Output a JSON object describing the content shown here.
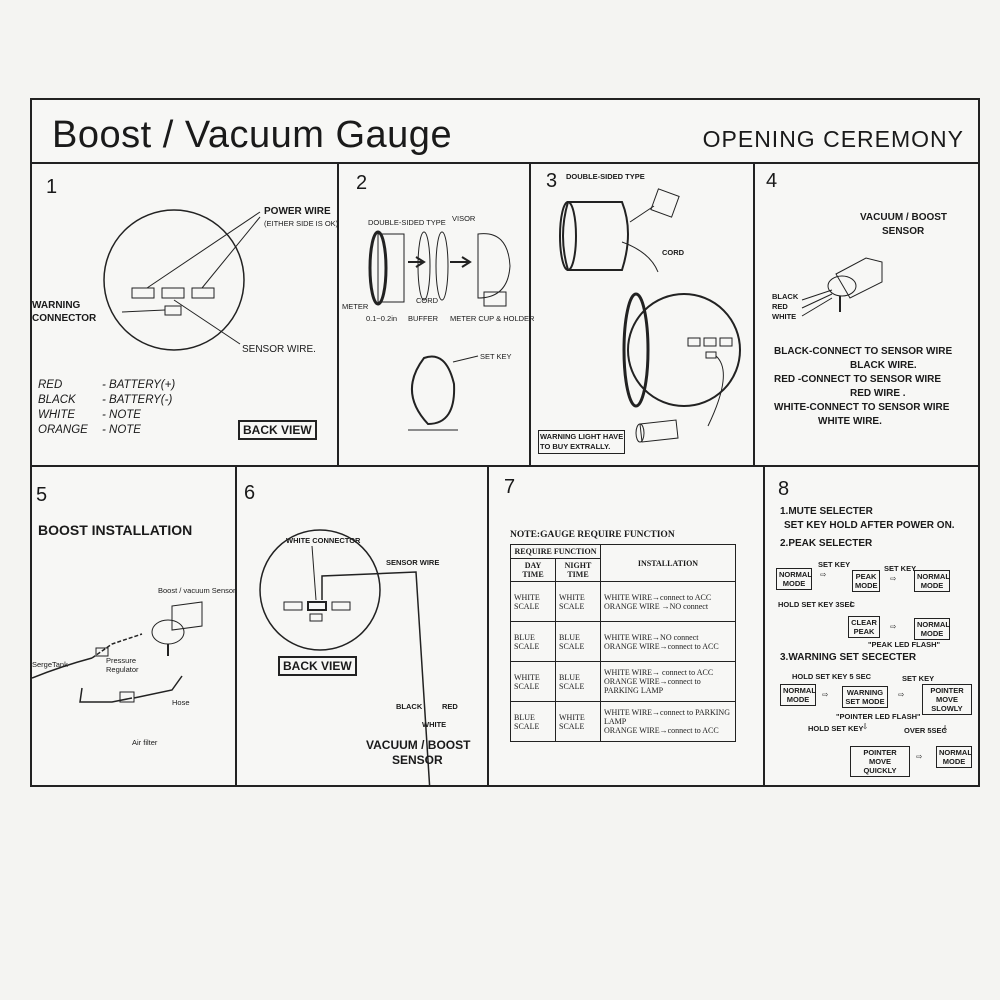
{
  "header": {
    "title": "Boost / Vacuum Gauge",
    "subtitle": "OPENING CEREMONY"
  },
  "panel1": {
    "number": "1",
    "power_wire": "POWER WIRE",
    "power_wire_note": "(EITHER SIDE IS OK)",
    "warning_connector_1": "WARNING",
    "warning_connector_2": "CONNECTOR",
    "sensor_wire": "SENSOR WIRE.",
    "legend": [
      {
        "color": "RED",
        "desc": "- BATTERY(+)"
      },
      {
        "color": "BLACK",
        "desc": "- BATTERY(-)"
      },
      {
        "color": "WHITE",
        "desc": "- NOTE"
      },
      {
        "color": "ORANGE",
        "desc": "- NOTE"
      }
    ],
    "back_view": "BACK VIEW"
  },
  "panel2": {
    "number": "2",
    "double_sided": "DOUBLE-SIDED TYPE",
    "visor": "VISOR",
    "meter": "METER",
    "cord": "CORD",
    "thickness": "0.1~0.2in",
    "buffer": "BUFFER",
    "cup_holder": "METER CUP & HOLDER",
    "set_key": "SET KEY"
  },
  "panel3": {
    "number": "3",
    "double_sided": "DOUBLE-SIDED TYPE",
    "cord": "CORD",
    "warning_light_1": "WARNING LIGHT HAVE",
    "warning_light_2": "TO BUY EXTRALLY."
  },
  "panel4": {
    "number": "4",
    "sensor_1": "VACUUM / BOOST",
    "sensor_2": "SENSOR",
    "wire_black": "BLACK",
    "wire_red": "RED",
    "wire_white": "WHITE",
    "instructions": [
      "BLACK-CONNECT TO SENSOR WIRE",
      "BLACK WIRE.",
      "RED      -CONNECT TO SENSOR WIRE",
      "RED WIRE .",
      "WHITE-CONNECT TO SENSOR WIRE",
      "WHITE WIRE."
    ]
  },
  "panel5": {
    "number": "5",
    "title": "BOOST  INSTALLATION",
    "sensor": "Boost / vacuum Sensor",
    "surge_tank": "SergeTank",
    "pressure_1": "Pressure",
    "pressure_2": "Regulator",
    "hose": "Hose",
    "air_filter": "Air filter"
  },
  "panel6": {
    "number": "6",
    "white_connector": "WHITE CONNECTOR",
    "sensor_wire": "SENSOR WIRE",
    "back_view": "BACK VIEW",
    "black": "BLACK",
    "red": "RED",
    "white": "WHITE",
    "sensor_1": "VACUUM / BOOST",
    "sensor_2": "SENSOR"
  },
  "panel7": {
    "number": "7",
    "note": "NOTE:GAUGE REQUIRE FUNCTION",
    "col_require": "REQUIRE FUNCTION",
    "col_day": "DAY TIME",
    "col_night": "NIGHT TIME",
    "col_install": "INSTALLATION",
    "rows": [
      {
        "day": "WHITE SCALE",
        "night": "WHITE SCALE",
        "l1": "WHITE WIRE→connect to ACC",
        "l2": "ORANGE WIRE →NO connect"
      },
      {
        "day": "BLUE SCALE",
        "night": "BLUE SCALE",
        "l1": "WHITE WIRE→NO connect",
        "l2": "ORANGE WIRE→connect to ACC"
      },
      {
        "day": "WHITE SCALE",
        "night": "BLUE SCALE",
        "l1": "WHITE WIRE→ connect to ACC",
        "l2": "ORANGE WIRE→connect to PARKING LAMP"
      },
      {
        "day": "BLUE SCALE",
        "night": "WHITE SCALE",
        "l1": "WHITE WIRE→connect to PARKING LAMP",
        "l2": "ORANGE WIRE→connect to ACC"
      }
    ]
  },
  "panel8": {
    "number": "8",
    "mute_title": "1.MUTE SELECTER",
    "mute_desc": "SET KEY HOLD AFTER POWER ON.",
    "peak_title": "2.PEAK SELECTER",
    "normal_mode": "NORMAL MODE",
    "set_key": "SET KEY",
    "peak_mode": "PEAK MODE",
    "hold_3sec": "HOLD SET KEY 3SEC",
    "clear_peak": "CLEAR PEAK",
    "peak_led": "\"PEAK LED FLASH\"",
    "warning_title": "3.WARNING SET SECECTER",
    "hold_5sec": "HOLD SET KEY 5 SEC",
    "warning_set_mode": "WARNING SET MODE",
    "pointer_slow": "POINTER MOVE SLOWLY",
    "pointer_led": "\"POINTER LED FLASH\"",
    "hold_set_key": "HOLD SET KEY",
    "over_5sec": "OVER 5SEC",
    "pointer_quick": "POINTER MOVE QUICKLY"
  }
}
